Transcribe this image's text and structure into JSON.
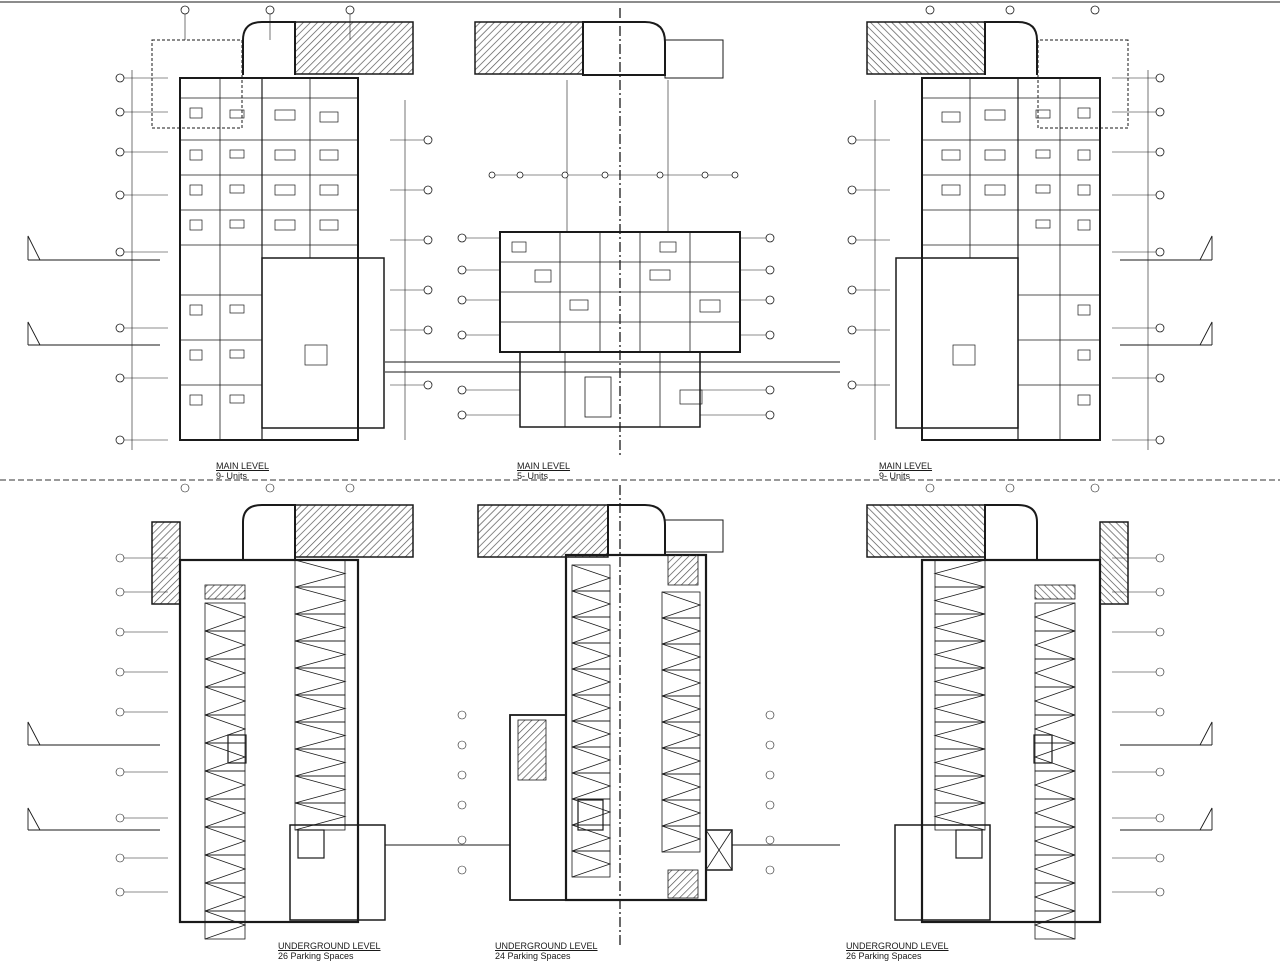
{
  "sheet": {
    "plans": [
      {
        "id": "main-left",
        "level": "MAIN LEVEL",
        "capacity": "9- Units"
      },
      {
        "id": "main-center",
        "level": "MAIN LEVEL",
        "capacity": "5- Units"
      },
      {
        "id": "main-right",
        "level": "MAIN LEVEL",
        "capacity": "9- Units"
      },
      {
        "id": "ug-left",
        "level": "UNDERGROUND LEVEL",
        "capacity": "26 Parking Spaces"
      },
      {
        "id": "ug-center",
        "level": "UNDERGROUND LEVEL",
        "capacity": "24 Parking Spaces"
      },
      {
        "id": "ug-right",
        "level": "UNDERGROUND LEVEL",
        "capacity": "26 Parking Spaces"
      }
    ]
  },
  "colors": {
    "line": "#1a1a1a",
    "hatch": "#6b6b6b",
    "paper": "#ffffff",
    "fill_light": "#d9d9d9"
  }
}
